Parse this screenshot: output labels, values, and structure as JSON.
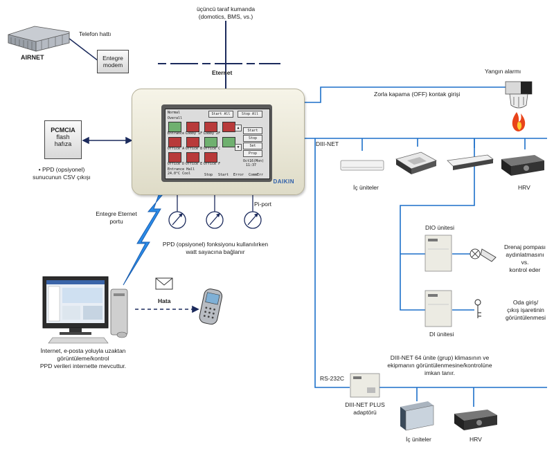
{
  "top_note": {
    "line1": "üçüncü taraf kumanda",
    "line2": "(domotics, BMS, vs.)"
  },
  "airnet": {
    "label": "AIRNET"
  },
  "phone_line": {
    "label": "Telefon hattı"
  },
  "modem": {
    "line1": "Entegre",
    "line2": "modem"
  },
  "ethernet": {
    "label": "Eternet"
  },
  "fire_alarm": {
    "label": "Yangın alarmı"
  },
  "forced_off": {
    "label": "Zorla kapama (OFF) kontak girişi"
  },
  "diii_net": {
    "label": "DIII-NET"
  },
  "pcmcia": {
    "line1": "PCMCIA",
    "line2": "flash",
    "line3": "hafıza"
  },
  "ppd_note": {
    "line1": "• PPD (opsiyonel)",
    "line2": "sunucunun CSV çıkışı"
  },
  "indoor_units": {
    "label": "İç üniteler"
  },
  "hrv": {
    "label": "HRV"
  },
  "screen": {
    "status": "Normal",
    "area": "Overall",
    "btn_start_all": "Start All",
    "btn_stop_all": "Stop All",
    "btn_start": "Start",
    "btn_stop": "Stop",
    "btn_set": "Set",
    "btn_prop": "Prop",
    "tiles": [
      "Entrance",
      "Lobby 1F",
      "Lobby 2F",
      "Office A",
      "Office B",
      "Office C",
      "Office D",
      "Office E",
      "Office F"
    ],
    "detail_line1": "Entrance Hall",
    "detail_line2": "24.0°C  Cool",
    "date": "Oct16(Mon)",
    "time": "11:37",
    "bottom_stop": "Stop",
    "bottom_start": "Start",
    "bottom_error": "Error",
    "bottom_comm": "CommErr"
  },
  "daikin": {
    "label": "DAIKIN"
  },
  "pi_port": {
    "label": "Pi-port"
  },
  "ethernet_port": {
    "line1": "Entegre Eternet",
    "line2": "portu"
  },
  "watt_note": {
    "line1": "PPD (opsiyonel) fonksiyonu kullanılırken",
    "line2": "watt sayacına bağlanır"
  },
  "dio": {
    "label": "DIO ünitesi"
  },
  "drain": {
    "line1": "Drenaj pompası",
    "line2": "aydınlatmasını vs.",
    "line3": "kontrol eder"
  },
  "di": {
    "label": "DI ünitesi"
  },
  "room_entry": {
    "line1": "Oda giriş/",
    "line2": "çıkış işaretinin",
    "line3": "görüntülenmesi"
  },
  "error": {
    "label": "Hata"
  },
  "internet_note": {
    "line1": "İnternet, e-posta yoluyla uzaktan",
    "line2": "görüntüleme/kontrol",
    "line3": "PPD verileri internette mevcuttur."
  },
  "diii_64": {
    "line1": "DIII-NET 64 ünite (grup) klimasının ve",
    "line2": "ekipmanın görüntülenmesine/kontrolüne",
    "line3": "imkan tanır."
  },
  "rs232c": {
    "label": "RS-232C"
  },
  "plus_adapter": {
    "line1": "DIII-NET PLUS",
    "line2": "adaptörü"
  },
  "colors": {
    "wire_blue": "#1b6fc9",
    "dark_line": "#1b2a5c",
    "bolt_blue": "#2a8be8"
  }
}
